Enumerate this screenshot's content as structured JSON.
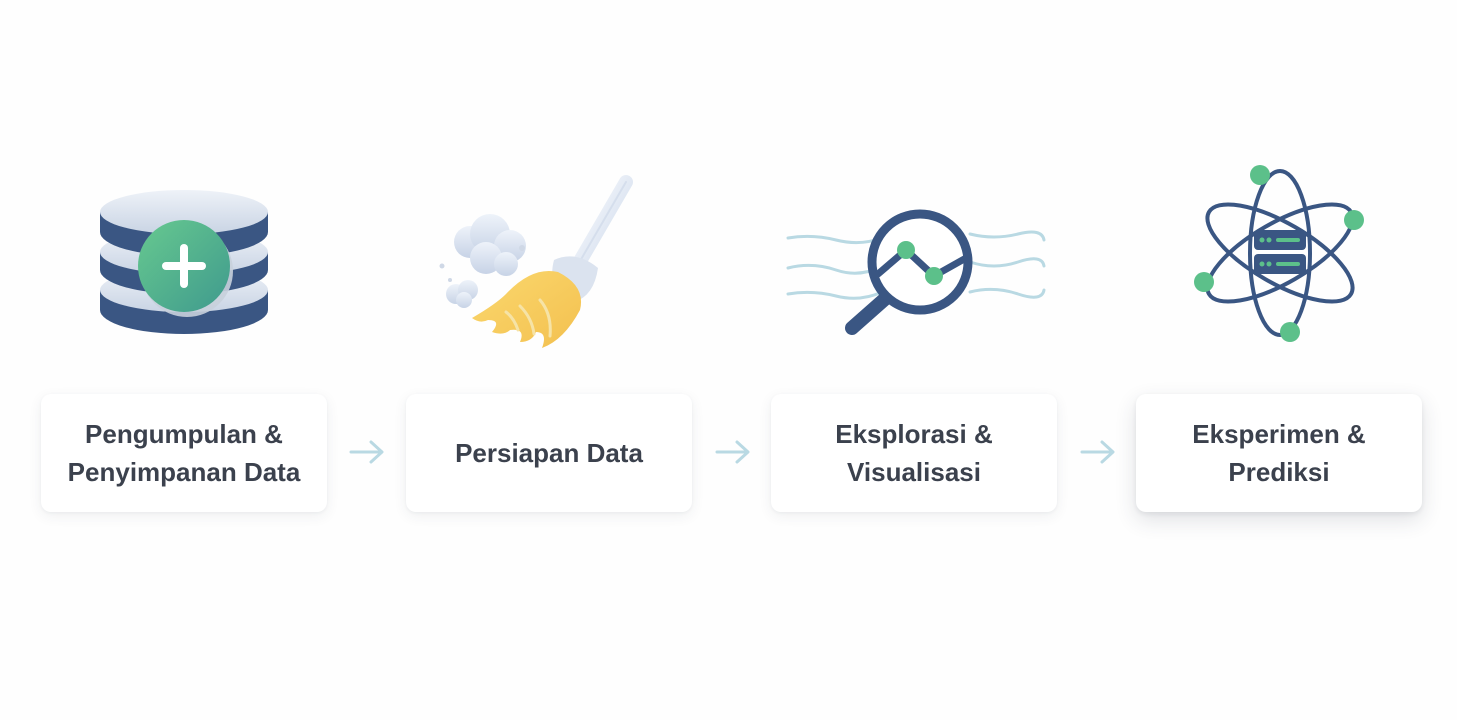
{
  "steps": [
    {
      "line1": "Pengumpulan &",
      "line2": "Penyimpanan Data",
      "icon": "database-plus-icon"
    },
    {
      "line1": "Persiapan Data",
      "line2": "",
      "icon": "broom-icon"
    },
    {
      "line1": "Eksplorasi &",
      "line2": "Visualisasi",
      "icon": "magnifier-chart-icon"
    },
    {
      "line1": "Eksperimen &",
      "line2": "Prediksi",
      "icon": "atom-server-icon"
    }
  ],
  "colors": {
    "navy": "#3a5683",
    "green": "#5cc08a",
    "yellow": "#f7cf63",
    "light_blue": "#b9d9e3",
    "text": "#3b414d"
  }
}
